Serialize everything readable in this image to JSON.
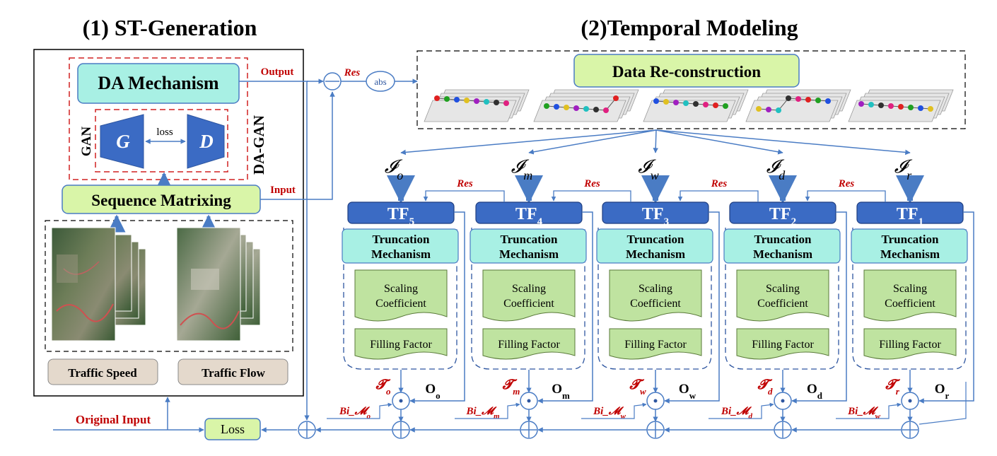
{
  "titles": {
    "st_generation": "(1) ST-Generation",
    "temporal_modeling": "(2)Temporal Modeling"
  },
  "st_generation": {
    "da_mechanism": "DA Mechanism",
    "generator": "G",
    "discriminator": "D",
    "loss_arrow": "loss",
    "gan_label": "GAN",
    "da_gan_label": "DA-GAN",
    "sequence_matrixing": "Sequence Matrixing",
    "output_label": "Output",
    "input_label": "Input",
    "traffic_speed": "Traffic Speed",
    "traffic_flow": "Traffic Flow"
  },
  "residual": {
    "res_label": "Res",
    "abs_label": "abs"
  },
  "data_reconstruction": "Data Re-construction",
  "inputs": [
    {
      "name": "𝓘",
      "sub": "o"
    },
    {
      "name": "𝓘",
      "sub": "m"
    },
    {
      "name": "𝓘",
      "sub": "w"
    },
    {
      "name": "𝓘",
      "sub": "d"
    },
    {
      "name": "𝓘",
      "sub": "r"
    }
  ],
  "tf_blocks": [
    {
      "label": "TF",
      "sub": "5",
      "truncation_line1": "Truncation",
      "truncation_line2": "Mechanism",
      "scaling_line1": "Scaling",
      "scaling_line2": "Coefficient",
      "filling": "Filling Factor",
      "t_name": "𝓣",
      "t_sub": "o",
      "o_name": "O",
      "o_sub": "o",
      "bi": "Bi_𝓜",
      "bi_sub": "o"
    },
    {
      "label": "TF",
      "sub": "4",
      "truncation_line1": "Truncation",
      "truncation_line2": "Mechanism",
      "scaling_line1": "Scaling",
      "scaling_line2": "Coefficient",
      "filling": "Filling Factor",
      "t_name": "𝓣",
      "t_sub": "m",
      "o_name": "O",
      "o_sub": "m",
      "bi": "Bi_𝓜",
      "bi_sub": "m"
    },
    {
      "label": "TF",
      "sub": "3",
      "truncation_line1": "Truncation",
      "truncation_line2": "Mechanism",
      "scaling_line1": "Scaling",
      "scaling_line2": "Coefficient",
      "filling": "Filling Factor",
      "t_name": "𝓣",
      "t_sub": "w",
      "o_name": "O",
      "o_sub": "w",
      "bi": "Bi_𝓜",
      "bi_sub": "w"
    },
    {
      "label": "TF",
      "sub": "2",
      "truncation_line1": "Truncation",
      "truncation_line2": "Mechanism",
      "scaling_line1": "Scaling",
      "scaling_line2": "Coefficient",
      "filling": "Filling Factor",
      "t_name": "𝓣",
      "t_sub": "d",
      "o_name": "O",
      "o_sub": "d",
      "bi": "Bi_𝓜",
      "bi_sub": "d"
    },
    {
      "label": "TF",
      "sub": "1",
      "truncation_line1": "Truncation",
      "truncation_line2": "Mechanism",
      "scaling_line1": "Scaling",
      "scaling_line2": "Coefficient",
      "filling": "Filling Factor",
      "t_name": "𝓣",
      "t_sub": "r",
      "o_name": "O",
      "o_sub": "r",
      "bi": "Bi_𝓜",
      "bi_sub": "w"
    }
  ],
  "res_links": [
    "Res",
    "Res",
    "Res",
    "Res"
  ],
  "bottom": {
    "original_input": "Original Input",
    "loss": "Loss",
    "odot": "⊙",
    "oplus": "⊕"
  },
  "colors": {
    "blue_line": "#4a7cc4",
    "dark_blue_box": "#3b6bc4",
    "teal_box": "#a8f0e4",
    "lime_box": "#d9f5a8",
    "green_box": "#bfe3a0",
    "beige_box": "#e4d9cc",
    "red_text": "#c00000",
    "red_dash": "#d02020"
  }
}
